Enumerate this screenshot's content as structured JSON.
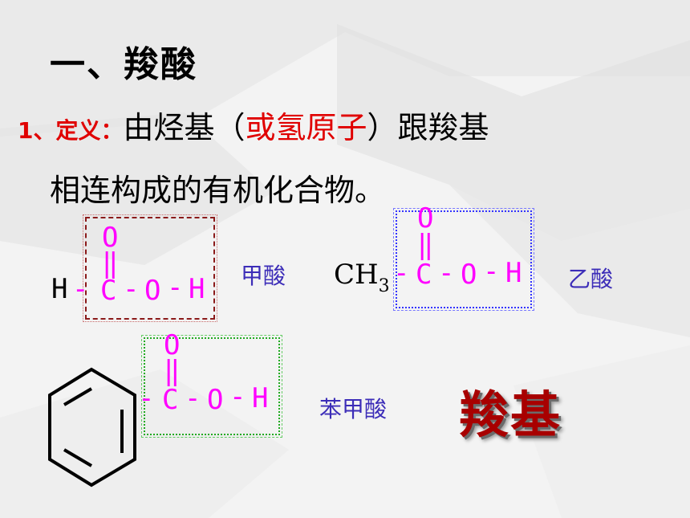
{
  "slide": {
    "title": "一、羧酸",
    "definition": {
      "number": "1、",
      "label": "定义：",
      "text_before": "由烃基（",
      "text_red": "或氢原子",
      "text_after": "）跟羧基",
      "line2": "相连构成的有机化合物。"
    },
    "formic": {
      "h": "H",
      "dash1": "-",
      "o_top": "O",
      "dbl": "‖",
      "c": "C",
      "dash2": "-",
      "o": "O",
      "dash3": "-",
      "h2": "H",
      "name": "甲酸"
    },
    "acetic": {
      "ch3": "CH",
      "sub3": "3",
      "dash1": "-",
      "o_top": "O",
      "dbl": "‖",
      "c": "C",
      "dash2": "-",
      "o": "O",
      "dash3": "-",
      "h": "H",
      "name": "乙酸"
    },
    "benzoic": {
      "dash1": "-",
      "o_top": "O",
      "dbl": "‖",
      "c": "C",
      "dash2": "-",
      "o": "O",
      "dash3": "-",
      "h": "H",
      "name": "苯甲酸"
    },
    "carboxyl_label": "羧基",
    "colors": {
      "red": "#e00000",
      "magenta": "#ff00ff",
      "blue_label": "#3c2db8",
      "box_brown": "#8b1a1a",
      "box_blue": "#3333ff",
      "box_green": "#22aa22",
      "dark_red_3d": "#a80000"
    }
  }
}
